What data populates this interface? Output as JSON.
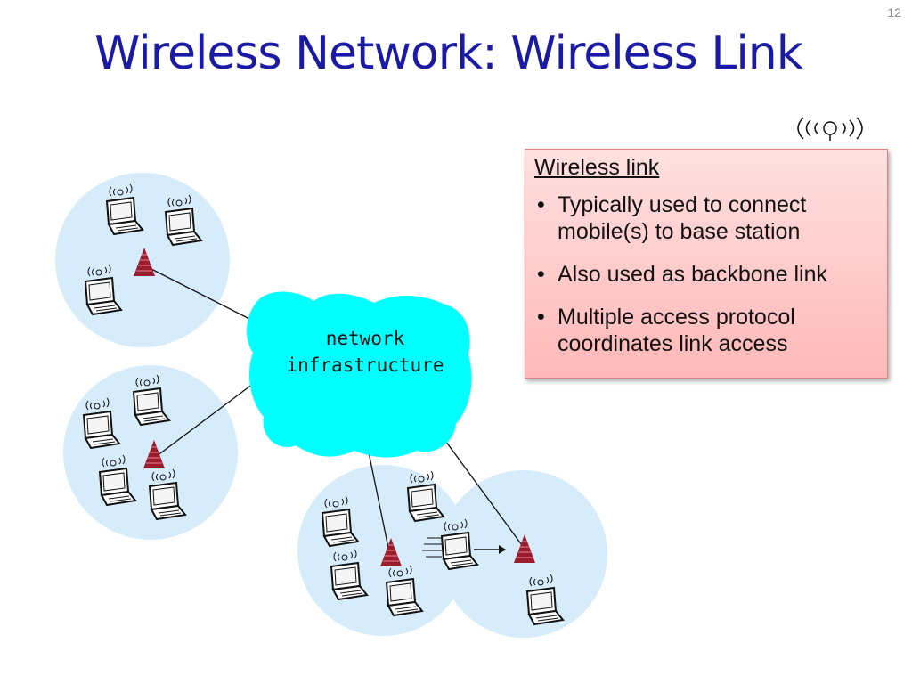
{
  "slide_number": "12",
  "title": "Wireless Network: Wireless Link",
  "infobox": {
    "heading": "Wireless link",
    "bullets": [
      "Typically used to connect mobile(s) to base station",
      "Also used as backbone link",
      "Multiple access protocol coordinates link access"
    ]
  },
  "cloud_label": {
    "line1": "network",
    "line2": "infrastructure"
  },
  "colors": {
    "title": "#1a1aa6",
    "cell": "#d6ecfb",
    "cloud": "#00ffff",
    "tower": "#9b1c2c",
    "infobox": "#ffc8c8"
  },
  "icons": [
    "wireless-signal-icon",
    "laptop-icon",
    "base-station-tower-icon",
    "cloud-icon",
    "motion-lines-icon"
  ]
}
